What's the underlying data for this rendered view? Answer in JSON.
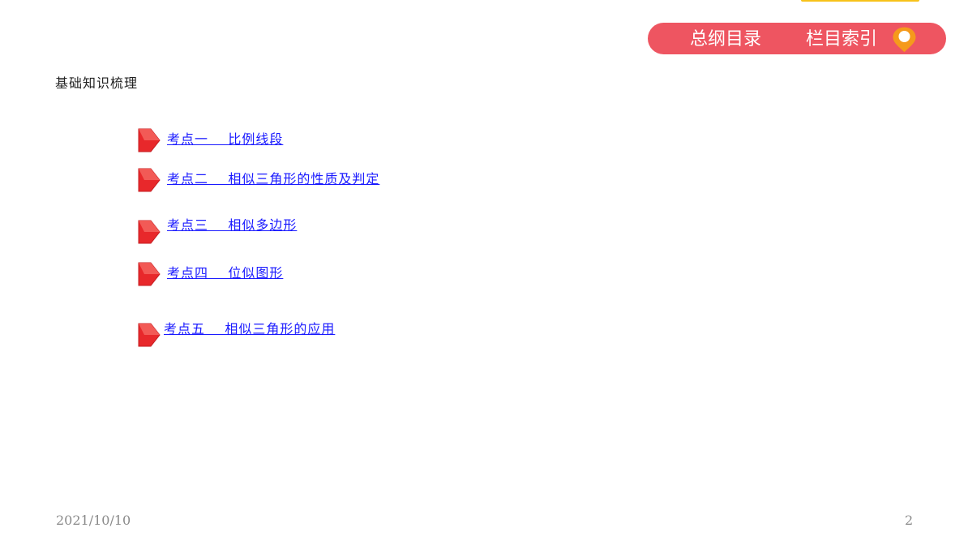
{
  "nav": {
    "toc_label": "总纲目录",
    "index_label": "栏目索引",
    "pill_color": "#ee5561",
    "pin_icon": "map-pin-icon"
  },
  "section": {
    "title": "基础知识梳理"
  },
  "items": [
    {
      "label": "考点一    比例线段"
    },
    {
      "label": "考点二    相似三角形的性质及判定"
    },
    {
      "label": "考点三    相似多边形"
    },
    {
      "label": "考点四    位似图形"
    },
    {
      "label": "考点五    相似三角形的应用"
    }
  ],
  "footer": {
    "date": "2021/10/10",
    "page": "2"
  }
}
